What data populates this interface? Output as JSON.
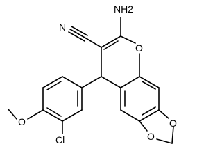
{
  "structure": {
    "labels": {
      "nh2": "NH2",
      "n": "N",
      "o_ring": "O",
      "o_dioxole_top": "O",
      "o_dioxole_bottom": "O",
      "o_methoxy": "O",
      "cl": "Cl"
    },
    "colors": {
      "bond": "#000000",
      "label": "#000000",
      "background": "#ffffff"
    }
  }
}
